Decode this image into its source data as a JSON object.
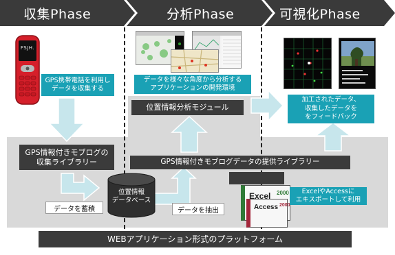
{
  "phases": [
    {
      "label": "収集Phase"
    },
    {
      "label": "分析Phase"
    },
    {
      "label": "可視化Phase"
    }
  ],
  "collect": {
    "phone_display": "FSJH.",
    "gps_note": "GPS携帯電話を利用し\nデータを収集する",
    "library": "GPS情報付きモブログの\n収集ライブラリー",
    "store_tag": "データを蓄積"
  },
  "analysis": {
    "dev_note": "データを様々な角度から分析する\nアプリケーションの開発環境",
    "module": "位置情報分析モジュール",
    "extract_tag": "データを抽出"
  },
  "database": {
    "label": "位置情報\nデータベース"
  },
  "provide_library": "GPS情報付きモブログデータの提供ライブラリー",
  "visualize": {
    "feedback_note": "加工されたデータ、\n収集したデータを\nをフィードバック"
  },
  "export": {
    "excel_label": "Excel",
    "excel_version": "2000",
    "access_label": "Access",
    "access_version": "2000",
    "note": "ExcelやAccessに\nエキスポートして利用"
  },
  "platform": "WEBアプリケーション形式のプラットフォーム",
  "colors": {
    "phase_bar": "#3a3a3a",
    "teal": "#1aa1b5",
    "arrow_fill": "#c7e6ec",
    "dark_box": "#3b3b3b",
    "platform_gray": "#d9d9d9"
  }
}
